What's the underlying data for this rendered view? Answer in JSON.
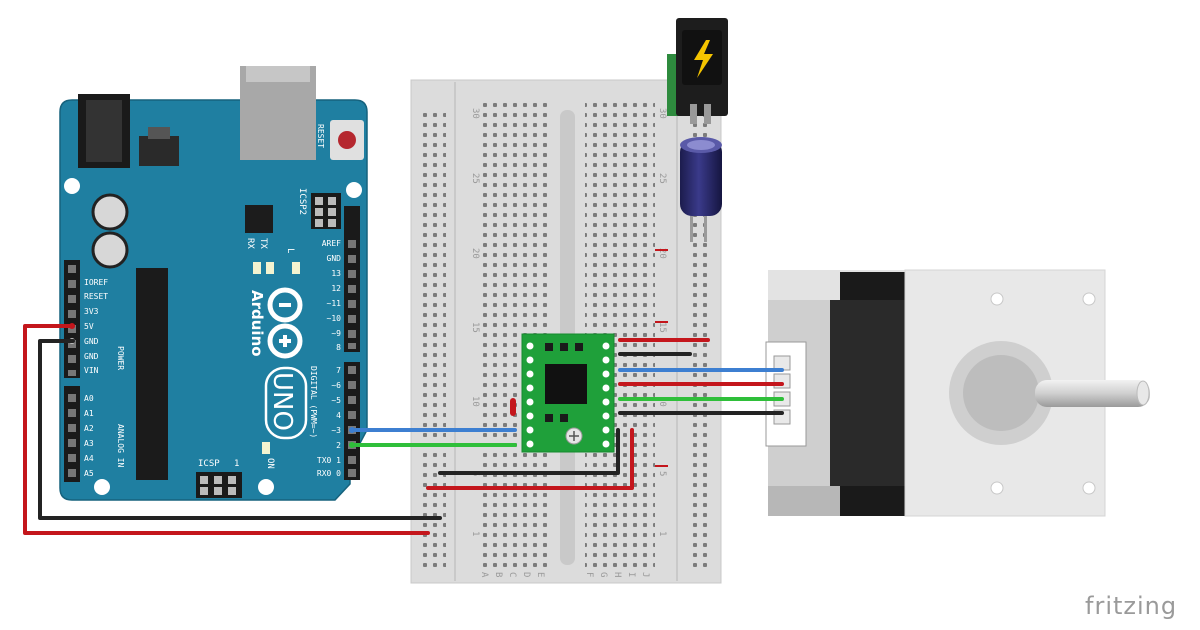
{
  "arduino": {
    "brand": "Arduino",
    "model": "UNO",
    "reset_label": "RESET",
    "icsp2_label": "ICSP2",
    "icsp_label": "ICSP",
    "icsp_pin1": "1",
    "on_label": "ON",
    "tx_label": "TX",
    "rx_label": "RX",
    "l_label": "L",
    "power_group_label": "POWER",
    "analog_group_label": "ANALOG IN",
    "digital_group_label": "DIGITAL (PWM=~)",
    "power_pins": [
      "IOREF",
      "RESET",
      "3V3",
      "5V",
      "GND",
      "GND",
      "VIN"
    ],
    "analog_pins": [
      "A0",
      "A1",
      "A2",
      "A3",
      "A4",
      "A5"
    ],
    "digital_upper_pins": [
      "AREF",
      "GND",
      "13",
      "12",
      "~11",
      "~10",
      "~9",
      "8"
    ],
    "digital_lower_pins": [
      "7",
      "~6",
      "~5",
      "4",
      "~3",
      "2",
      "TX0 1",
      "RX0 0"
    ]
  },
  "breadboard": {
    "row_numbers": [
      "30",
      "25",
      "20",
      "15",
      "10",
      "5",
      "1"
    ],
    "column_letters_left": [
      "A",
      "B",
      "C",
      "D",
      "E"
    ],
    "column_letters_right": [
      "F",
      "G",
      "H",
      "I",
      "J"
    ]
  },
  "wire_colors": {
    "red": "#c4161c",
    "black": "#232323",
    "blue": "#3d7fd1",
    "green": "#2fbf3a"
  },
  "brand_mark": "fritzing"
}
